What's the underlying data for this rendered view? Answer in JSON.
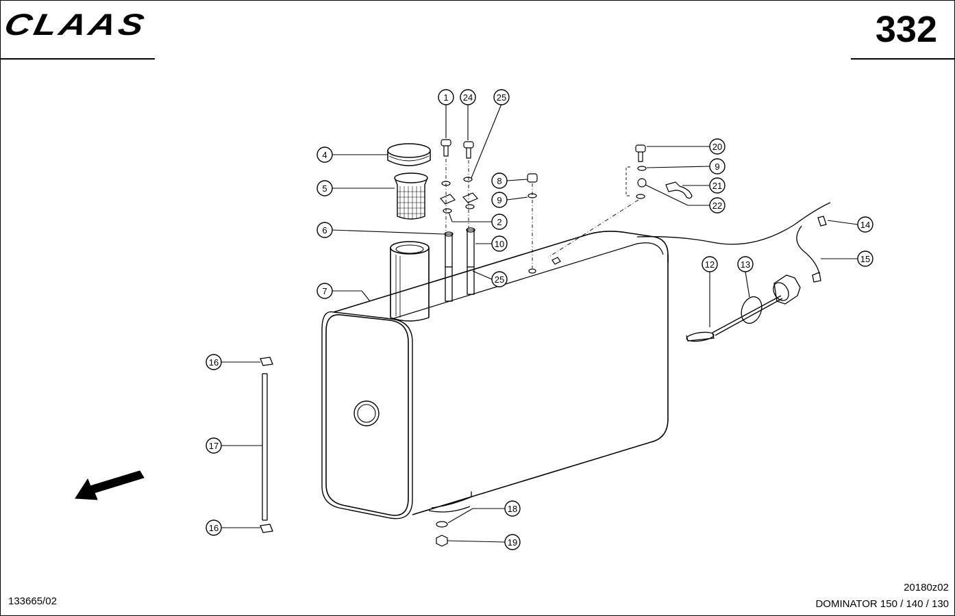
{
  "header": {
    "brand": "CLAAS",
    "page_number": "332"
  },
  "footer": {
    "document_code": "133665/02",
    "illustration_code": "20180z02",
    "model_line": "DOMINATOR 150 / 140 / 130"
  },
  "diagram": {
    "callouts": [
      {
        "id": "c1",
        "label": "1"
      },
      {
        "id": "c24",
        "label": "24"
      },
      {
        "id": "c25a",
        "label": "25"
      },
      {
        "id": "c4",
        "label": "4"
      },
      {
        "id": "c5",
        "label": "5"
      },
      {
        "id": "c8",
        "label": "8"
      },
      {
        "id": "c9a",
        "label": "9"
      },
      {
        "id": "c2",
        "label": "2"
      },
      {
        "id": "c6",
        "label": "6"
      },
      {
        "id": "c10",
        "label": "10"
      },
      {
        "id": "c25b",
        "label": "25"
      },
      {
        "id": "c7",
        "label": "7"
      },
      {
        "id": "c20",
        "label": "20"
      },
      {
        "id": "c9b",
        "label": "9"
      },
      {
        "id": "c21",
        "label": "21"
      },
      {
        "id": "c22",
        "label": "22"
      },
      {
        "id": "c14",
        "label": "14"
      },
      {
        "id": "c15",
        "label": "15"
      },
      {
        "id": "c12",
        "label": "12"
      },
      {
        "id": "c13",
        "label": "13"
      },
      {
        "id": "c16a",
        "label": "16"
      },
      {
        "id": "c17",
        "label": "17"
      },
      {
        "id": "c16b",
        "label": "16"
      },
      {
        "id": "c18",
        "label": "18"
      },
      {
        "id": "c19",
        "label": "19"
      }
    ]
  }
}
